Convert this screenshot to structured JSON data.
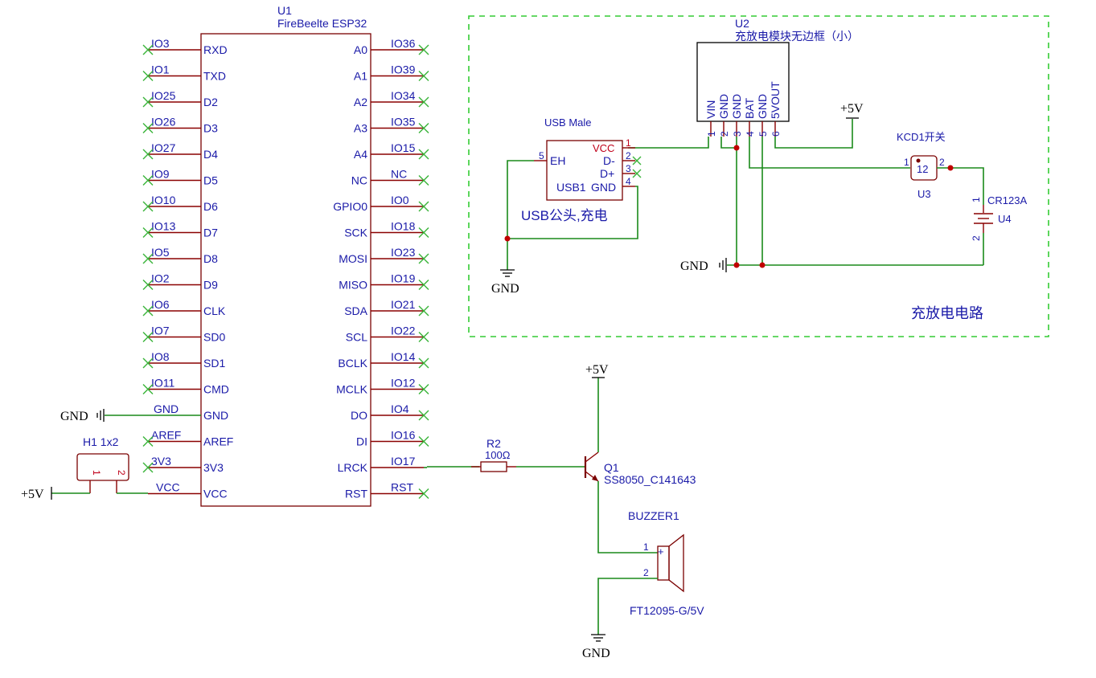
{
  "u1": {
    "ref": "U1",
    "value": "FireBeelte ESP32",
    "left_pins": [
      {
        "pin": "RXD",
        "net": "IO3"
      },
      {
        "pin": "TXD",
        "net": "IO1"
      },
      {
        "pin": "D2",
        "net": "IO25"
      },
      {
        "pin": "D3",
        "net": "IO26"
      },
      {
        "pin": "D4",
        "net": "IO27"
      },
      {
        "pin": "D5",
        "net": "IO9"
      },
      {
        "pin": "D6",
        "net": "IO10"
      },
      {
        "pin": "D7",
        "net": "IO13"
      },
      {
        "pin": "D8",
        "net": "IO5"
      },
      {
        "pin": "D9",
        "net": "IO2"
      },
      {
        "pin": "CLK",
        "net": "IO6"
      },
      {
        "pin": "SD0",
        "net": "IO7"
      },
      {
        "pin": "SD1",
        "net": "IO8"
      },
      {
        "pin": "CMD",
        "net": "IO11"
      },
      {
        "pin": "GND",
        "net": "GND"
      },
      {
        "pin": "AREF",
        "net": "AREF"
      },
      {
        "pin": "3V3",
        "net": "3V3"
      },
      {
        "pin": "VCC",
        "net": "VCC"
      }
    ],
    "right_pins": [
      {
        "pin": "A0",
        "net": "IO36"
      },
      {
        "pin": "A1",
        "net": "IO39"
      },
      {
        "pin": "A2",
        "net": "IO34"
      },
      {
        "pin": "A3",
        "net": "IO35"
      },
      {
        "pin": "A4",
        "net": "IO15"
      },
      {
        "pin": "NC",
        "net": "NC"
      },
      {
        "pin": "GPIO0",
        "net": "IO0"
      },
      {
        "pin": "SCK",
        "net": "IO18"
      },
      {
        "pin": "MOSI",
        "net": "IO23"
      },
      {
        "pin": "MISO",
        "net": "IO19"
      },
      {
        "pin": "SDA",
        "net": "IO21"
      },
      {
        "pin": "SCL",
        "net": "IO22"
      },
      {
        "pin": "BCLK",
        "net": "IO14"
      },
      {
        "pin": "MCLK",
        "net": "IO12"
      },
      {
        "pin": "DO",
        "net": "IO4"
      },
      {
        "pin": "DI",
        "net": "IO16"
      },
      {
        "pin": "LRCK",
        "net": "IO17"
      },
      {
        "pin": "RST",
        "net": "RST"
      }
    ]
  },
  "power": {
    "gnd": "GND",
    "plus5v": "+5V"
  },
  "h1": {
    "ref": "H1 1x2",
    "pin1": "1",
    "pin2": "2"
  },
  "u2": {
    "ref": "U2",
    "value": "充放电模块无边框（小）",
    "pins": [
      {
        "num": "1",
        "name": "VIN"
      },
      {
        "num": "2",
        "name": "GND"
      },
      {
        "num": "3",
        "name": "GND"
      },
      {
        "num": "4",
        "name": "BAT"
      },
      {
        "num": "5",
        "name": "GND"
      },
      {
        "num": "6",
        "name": "5VOUT"
      }
    ]
  },
  "usb": {
    "title": "USB Male",
    "ref": "USB1",
    "vcc": "VCC",
    "dminus": "D-",
    "dplus": "D+",
    "gnd": "GND",
    "eh": "EH",
    "n1": "1",
    "n2": "2",
    "n3": "3",
    "n4": "4",
    "n5": "5",
    "caption": "USB公头,充电"
  },
  "switch": {
    "title": "KCD1开关",
    "ref": "U3",
    "inner": "12",
    "n1": "1",
    "n2": "2"
  },
  "battery": {
    "value": "CR123A",
    "ref": "U4",
    "n1": "1",
    "n2": "2"
  },
  "charge_box_label": "充放电电路",
  "r2": {
    "ref": "R2",
    "value": "100Ω"
  },
  "q1": {
    "ref": "Q1",
    "value": "SS8050_C141643"
  },
  "buzzer": {
    "ref": "BUZZER1",
    "value": "FT12095-G/5V",
    "n1": "1",
    "n2": "2",
    "plus": "+"
  },
  "colors": {
    "wire": "#1a8a1a",
    "body": "#7a0000",
    "label": "#1a1aa8",
    "noconnect": "#3ab43a",
    "dashed_box": "#33cc33"
  }
}
